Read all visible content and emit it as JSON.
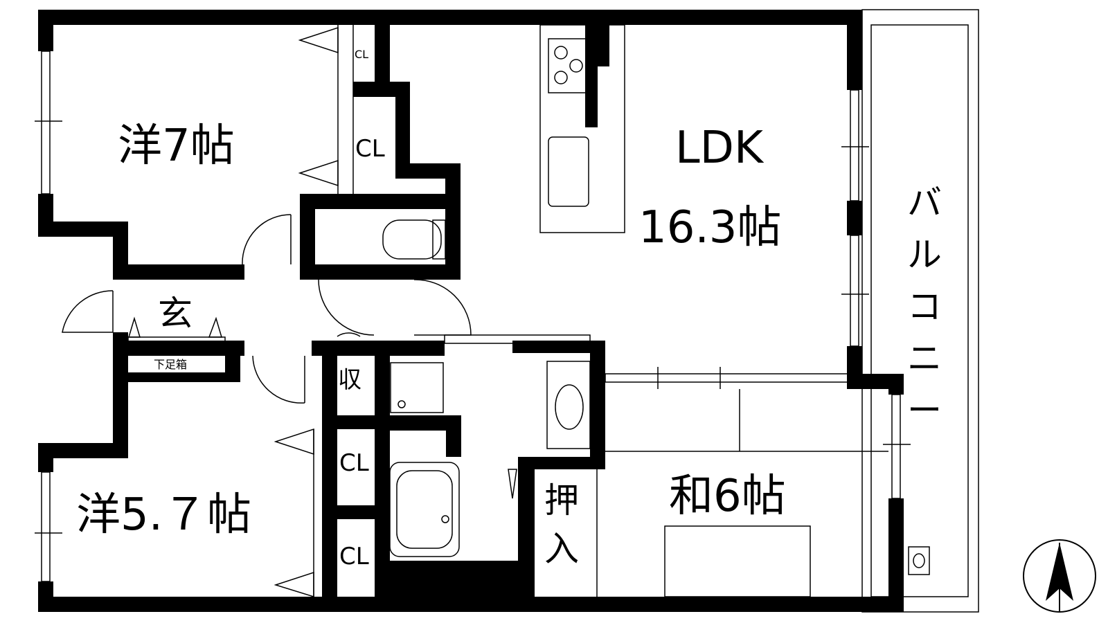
{
  "rooms": {
    "western_7": "洋7帖",
    "western_57": "洋5.７帖",
    "ldk_name": "LDK",
    "ldk_size": "16.3帖",
    "japanese_6": "和6帖",
    "entrance": "玄",
    "shoe_box": "下足箱",
    "storage": "収",
    "closet_small": "CL",
    "closet_1": "CL",
    "closet_2": "CL",
    "closet_3": "CL",
    "oshiire_1": "押",
    "oshiire_2": "入",
    "balcony": [
      "バ",
      "ル",
      "コ",
      "ニ",
      "ー"
    ]
  },
  "colors": {
    "wall": "#000000",
    "background": "#ffffff"
  },
  "icons": {
    "north": "north-arrow-icon"
  }
}
